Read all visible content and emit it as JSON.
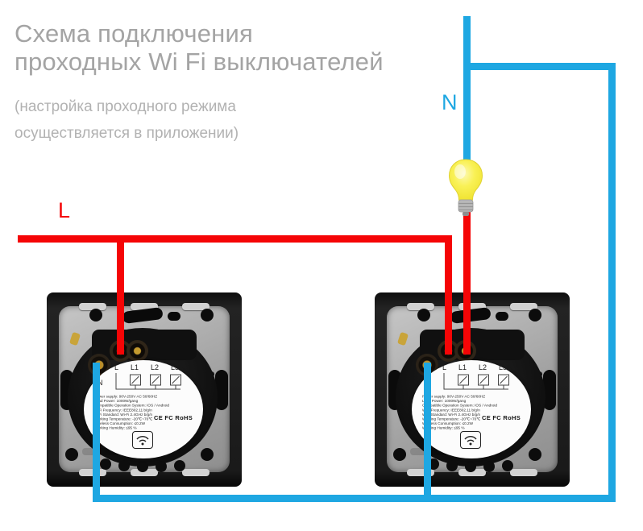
{
  "header": {
    "title_line1": "Схема подключения",
    "title_line2": "проходных Wi Fi выключателей",
    "subtitle_line1": "(настройка проходного режима",
    "subtitle_line2": "осуществляется в приложении)"
  },
  "wire_labels": {
    "neutral": "N",
    "line": "L"
  },
  "colors": {
    "neutral_wire": "#1ea7e2",
    "line_wire": "#f50506",
    "title_text": "#a4a4a4",
    "bulb": "#f7ef3e"
  },
  "switch_label": {
    "terms": [
      "L",
      "L1",
      "L2",
      "L3"
    ],
    "neutral_term": "N",
    "specs": [
      "Power supply: 90V-250V AC  50/60HZ",
      "Load Power: 1000W/gang",
      "Compatible Operation System: IOS / Android",
      "WiFi Frequency: IEEE802.11 b/g/n",
      "WiFi Standard: Wi-Fi 2.4GHz b/g/n",
      "Working Temperature: -20℃~70℃",
      "Wireless Consumption: ≤0.2W",
      "Working Humidity: ≤95 %"
    ],
    "certifications": "CE FC RoHS"
  }
}
